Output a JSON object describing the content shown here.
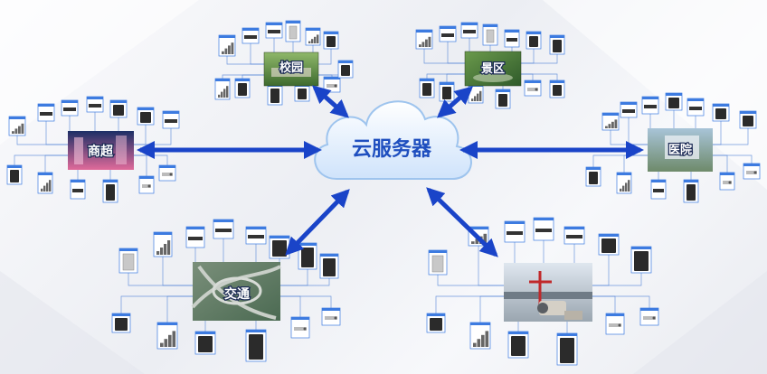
{
  "center": {
    "label": "云服务器"
  },
  "sites": [
    {
      "id": "campus",
      "label": "校园"
    },
    {
      "id": "scenic",
      "label": "景区"
    },
    {
      "id": "mall",
      "label": "商超"
    },
    {
      "id": "hospital",
      "label": "医院"
    },
    {
      "id": "traffic",
      "label": "交通"
    },
    {
      "id": "airport",
      "label": ""
    }
  ],
  "colors": {
    "arrow": "#1a44c8",
    "line": "#4d7fd6",
    "card_border": "#3d7be0",
    "cloud": "#e8f3ff"
  }
}
